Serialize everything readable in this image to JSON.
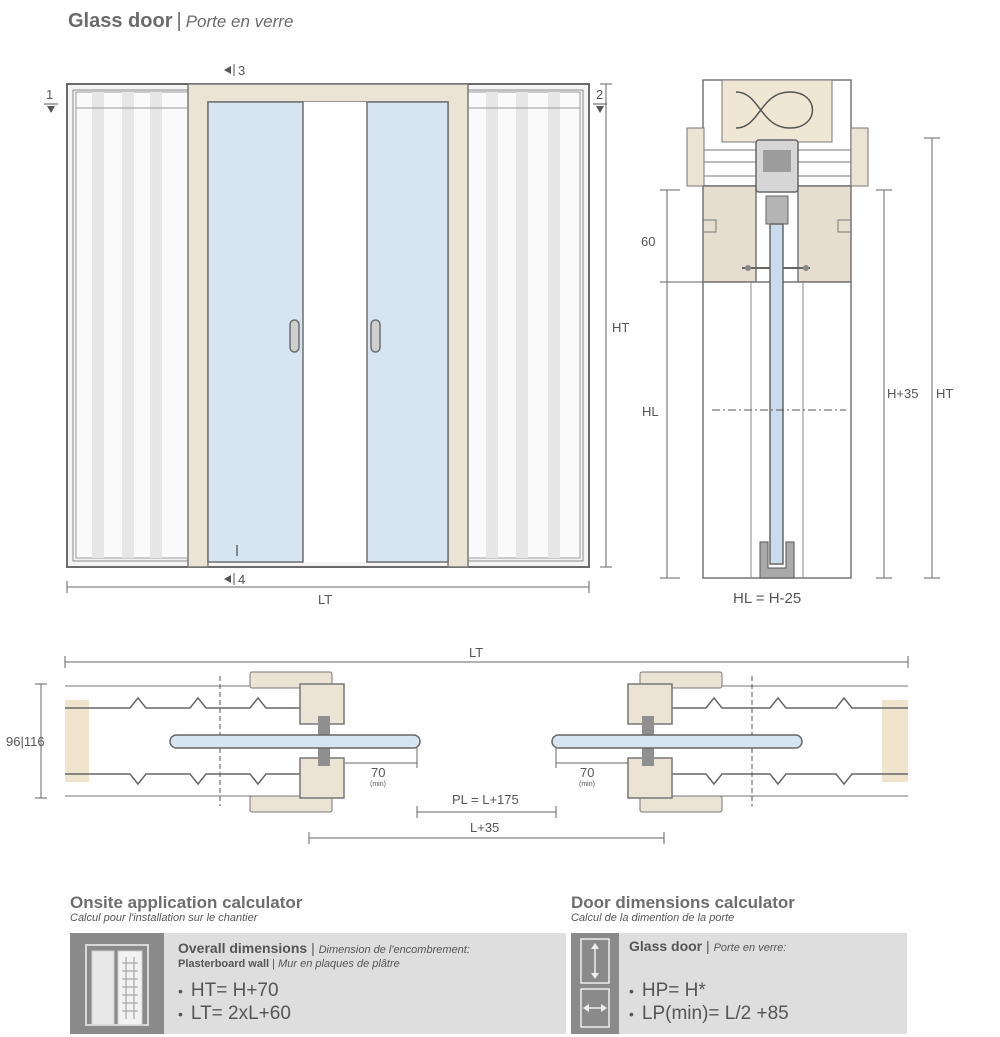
{
  "title": {
    "en": "Glass door",
    "sep": "|",
    "fr": "Porte en verre"
  },
  "front_view": {
    "top_mark": "3",
    "bottom_mark": "4",
    "left_mark": "1",
    "right_mark": "2",
    "height_label": "HT",
    "width_label": "LT"
  },
  "section_view": {
    "dim_60": "60",
    "dim_hl": "HL",
    "dim_h35": "H+35",
    "dim_ht": "HT",
    "caption": "HL = H-25"
  },
  "plan_view": {
    "lt_label": "LT",
    "thickness_label": "96|116",
    "left_70": "70",
    "left_70_sub": "(min)",
    "right_70": "70",
    "right_70_sub": "(min)",
    "pl_label": "PL = L+175",
    "l35_label": "L+35"
  },
  "onsite_calc": {
    "title": "Onsite application calculator",
    "subtitle": "Calcul pour l'installation sur le chantier",
    "overall_en": "Overall dimensions",
    "overall_sep": "|",
    "overall_fr": "Dimension de l'encombrement:",
    "wall_en": "Plasterboard wall",
    "wall_sep": "|",
    "wall_fr": "Mur en plaques de plâtre",
    "formula_1": "HT= H+70",
    "formula_2": "LT= 2xL+60"
  },
  "door_calc": {
    "title": "Door dimensions calculator",
    "subtitle": "Calcul de la dimention de la porte",
    "glass_en": "Glass door",
    "glass_sep": "|",
    "glass_fr": "Porte en verre:",
    "formula_1": "HP= H*",
    "formula_2": "LP(min)= L/2 +85"
  }
}
